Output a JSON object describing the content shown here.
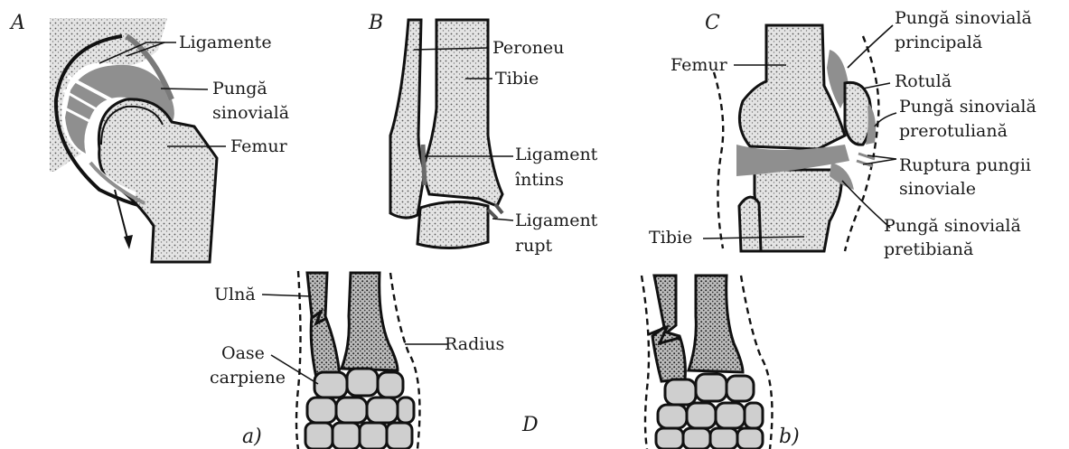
{
  "panels": {
    "A": "A",
    "B": "B",
    "C": "C",
    "D": "D",
    "a": "a)",
    "b": "b)"
  },
  "labels": {
    "A": {
      "ligamente": "Ligamente",
      "punga_sinoviala_1": "Pungă",
      "punga_sinoviala_2": "sinovială",
      "femur": "Femur"
    },
    "B": {
      "peroneu": "Peroneu",
      "tibie": "Tibie",
      "ligament_intins_1": "Ligament",
      "ligament_intins_2": "întins",
      "ligament_rupt_1": "Ligament",
      "ligament_rupt_2": "rupt"
    },
    "C": {
      "femur": "Femur",
      "tibie": "Tibie",
      "punga_principala_1": "Pungă sinovială",
      "punga_principala_2": "principală",
      "rotula": "Rotulă",
      "punga_prerotuliana_1": "Pungă sinovială",
      "punga_prerotuliana_2": "prerotuliană",
      "ruptura_1": "Ruptura pungii",
      "ruptura_2": "sinoviale",
      "punga_pretibiana_1": "Pungă sinovială",
      "punga_pretibiana_2": "pretibiană"
    },
    "D": {
      "ulna": "Ulnă",
      "radius": "Radius",
      "oase_carpiene_1": "Oase",
      "oase_carpiene_2": "carpiene"
    }
  }
}
